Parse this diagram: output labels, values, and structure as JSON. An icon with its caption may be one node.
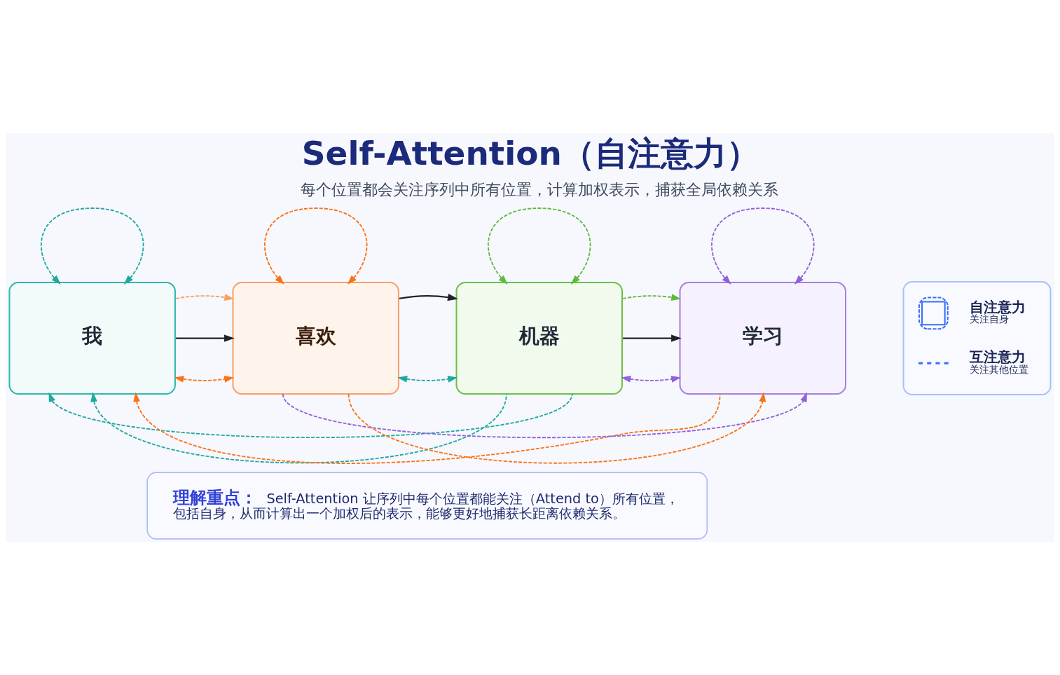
{
  "diagram": {
    "title": "Self-Attention（自注意力）",
    "nodes": [
      {
        "text": [
          "我"
        ]
      },
      {
        "text": [
          "喜欢"
        ]
      },
      {
        "text": [
          "机器"
        ]
      },
      {
        "text": [
          "学习"
        ]
      },
      {
        "text": [
          "理解重点：",
          "Self-Attention 让序列中每个位置都能关注（Attend to）所有位置，包括自身，从而计算出一个加权后的表示，能够更好地捕获长距离依赖关系。"
        ]
      }
    ],
    "edges": [
      {
        "from": 0,
        "to": 1,
        "arrow": "both",
        "style": "dashed",
        "color": "#f97316"
      },
      {
        "from": 0,
        "to": 1,
        "arrow": "to",
        "color": "#1f2328"
      },
      {
        "from": 0,
        "to": 1,
        "arrow": "to",
        "style": "dashed",
        "color": "#f9a05a"
      },
      {
        "from": 1,
        "to": 2,
        "arrow": "both",
        "style": "dashed",
        "color": "#1fa99f"
      },
      {
        "from": 1,
        "to": 2,
        "arrow": "to",
        "color": "#1f2328"
      },
      {
        "from": 2,
        "to": 3,
        "arrow": "both",
        "style": "dashed",
        "color": "#9061db"
      },
      {
        "from": 2,
        "to": 3,
        "arrow": "to",
        "color": "#1f2328"
      },
      {
        "from": 2,
        "to": 3,
        "arrow": "to",
        "style": "dashed",
        "color": "#5dbb3c"
      },
      {
        "from": 0,
        "to": 0,
        "arrow": "both",
        "style": "dashed",
        "color": "#1fa99f"
      },
      {
        "from": 1,
        "to": 1,
        "arrow": "both",
        "style": "dashed",
        "color": "#f97316"
      },
      {
        "from": 2,
        "to": 2,
        "arrow": "both",
        "style": "dashed",
        "color": "#5dbb3c"
      },
      {
        "from": 3,
        "to": 3,
        "arrow": "both",
        "style": "dashed",
        "color": "#9061db"
      },
      {
        "from": 2,
        "to": 0,
        "arrow": "to",
        "style": "dashed",
        "color": "#1fa99f"
      },
      {
        "from": 3,
        "to": 0,
        "arrow": "to",
        "style": "dashed",
        "color": "#f97316"
      },
      {
        "from": 2,
        "to": 0,
        "arrow": "to",
        "style": "dashed",
        "color": "#1fa99f"
      },
      {
        "from": 1,
        "to": 3,
        "arrow": "to",
        "style": "dashed",
        "color": "#9061db"
      },
      {
        "from": 1,
        "to": 3,
        "arrow": "to",
        "style": "dashed",
        "color": "#f97316"
      }
    ],
    "labels": [
      "每个位置都会关注序列中所有位置，计算加权表示，捕获全局依赖关系",
      "关注自身",
      "关注其他位置"
    ],
    "legend": [
      {
        "text": "自注意力"
      },
      {
        "text": "互注意力"
      }
    ]
  }
}
